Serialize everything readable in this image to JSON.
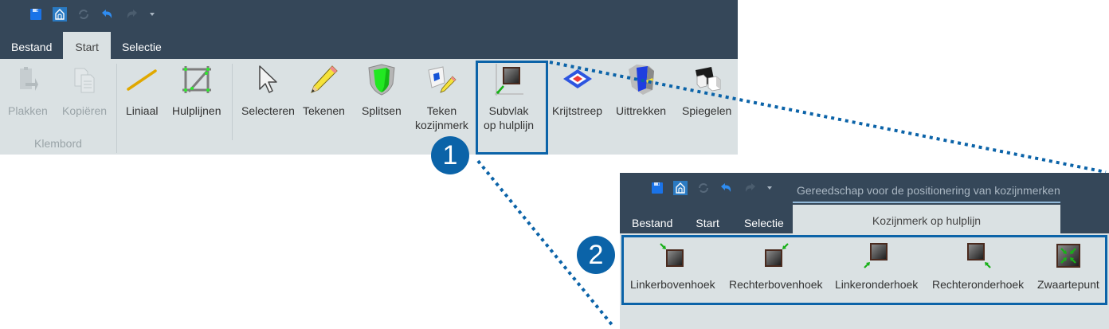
{
  "colors": {
    "titlebar": "#354759",
    "ribbon": "#dae1e3",
    "accent": "#0b63a8",
    "disabled_text": "#9aa4a8"
  },
  "ribbon1": {
    "quick_access": [
      {
        "icon": "save-icon"
      },
      {
        "icon": "home-icon"
      },
      {
        "icon": "refresh-icon"
      },
      {
        "icon": "undo-icon"
      },
      {
        "icon": "redo-icon"
      },
      {
        "icon": "dropdown-arrow-icon"
      }
    ],
    "tabs": [
      {
        "label": "Bestand",
        "active": false
      },
      {
        "label": "Start",
        "active": true
      },
      {
        "label": "Selectie",
        "active": false
      }
    ],
    "groups": [
      {
        "label": "Klembord",
        "buttons": [
          {
            "label": "Plakken",
            "icon": "paste-icon",
            "disabled": true
          },
          {
            "label": "Kopiëren",
            "icon": "copy-icon",
            "disabled": true
          }
        ]
      },
      {
        "label": "",
        "buttons": [
          {
            "label": "Liniaal",
            "icon": "ruler-icon"
          },
          {
            "label": "Hulplijnen",
            "icon": "guidelines-icon"
          }
        ]
      },
      {
        "label": "",
        "buttons": [
          {
            "label": "Selecteren",
            "icon": "cursor-icon"
          },
          {
            "label": "Tekenen",
            "icon": "pencil-icon"
          },
          {
            "label": "Splitsen",
            "icon": "split-icon"
          },
          {
            "label": "Teken\nkozijnmerk",
            "label_line1": "Teken",
            "label_line2": "kozijnmerk",
            "icon": "draw-frame-mark-icon"
          },
          {
            "label": "Subvlak\nop hulplijn",
            "label_line1": "Subvlak",
            "label_line2": "op hulplijn",
            "icon": "subface-on-guideline-icon",
            "highlighted": true
          },
          {
            "label": "Krijtstreep",
            "icon": "chalk-line-icon"
          },
          {
            "label": "Uittrekken",
            "icon": "extrude-icon"
          },
          {
            "label": "Spiegelen",
            "icon": "mirror-icon"
          }
        ]
      }
    ]
  },
  "ribbon2": {
    "quick_access": [
      {
        "icon": "save-icon"
      },
      {
        "icon": "home-icon"
      },
      {
        "icon": "refresh-icon"
      },
      {
        "icon": "undo-icon"
      },
      {
        "icon": "redo-icon"
      },
      {
        "icon": "dropdown-arrow-icon"
      }
    ],
    "context_title": "Gereedschap voor de positionering van kozijnmerken",
    "tabs": [
      {
        "label": "Bestand"
      },
      {
        "label": "Start"
      },
      {
        "label": "Selectie"
      }
    ],
    "context_tab": "Kozijnmerk op hulplijn",
    "buttons": [
      {
        "label": "Linkerbovenhoek",
        "icon": "top-left-corner-icon"
      },
      {
        "label": "Rechterbovenhoek",
        "icon": "top-right-corner-icon"
      },
      {
        "label": "Linkeronderhoek",
        "icon": "bottom-left-corner-icon"
      },
      {
        "label": "Rechteronderhoek",
        "icon": "bottom-right-corner-icon"
      },
      {
        "label": "Zwaartepunt",
        "icon": "centroid-icon"
      }
    ]
  },
  "callouts": [
    {
      "number": "1"
    },
    {
      "number": "2"
    }
  ]
}
